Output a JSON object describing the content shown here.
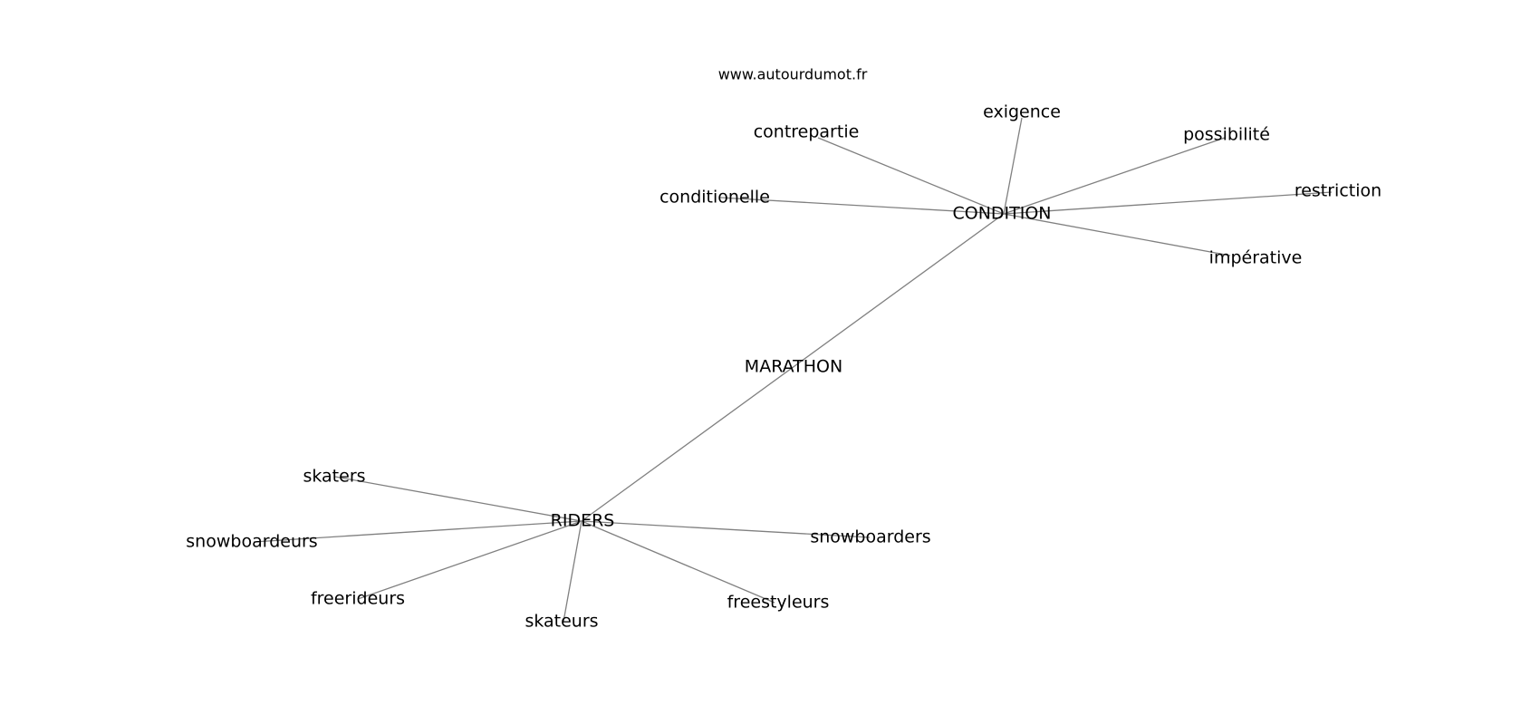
{
  "source": "www.autourdumot.fr",
  "center": "MARATHON",
  "hubs": [
    {
      "label": "CONDITION",
      "neighbors": [
        "contrepartie",
        "exigence",
        "possibilité",
        "conditionelle",
        "restriction",
        "impérative"
      ]
    },
    {
      "label": "RIDERS",
      "neighbors": [
        "skaters",
        "snowboardeurs",
        "freerideurs",
        "skateurs",
        "freestyleurs",
        "snowboarders"
      ]
    }
  ],
  "colors": {
    "edge": "#808080",
    "text": "#000000",
    "background": "#ffffff"
  }
}
